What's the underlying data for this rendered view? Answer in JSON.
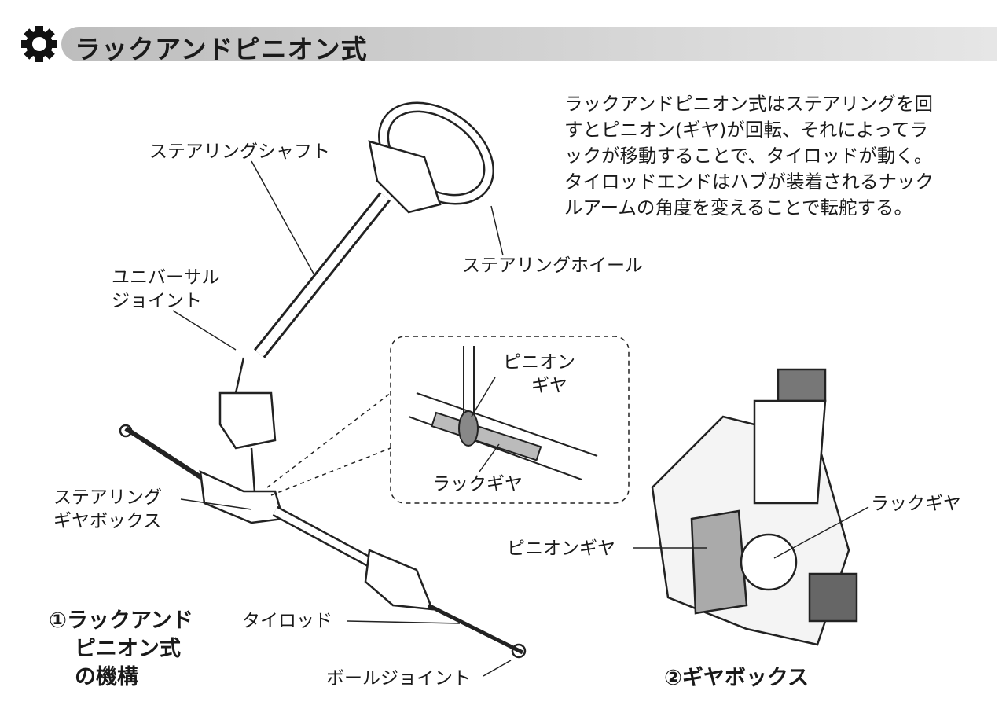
{
  "header": {
    "title": "ラックアンドピニオン式",
    "icon": "gear-icon"
  },
  "description": [
    "ラックアンドピニオン式はステアリングを回",
    "すとピニオン(ギヤ)が回転、それによってラ",
    "ックが移動することで、タイロッドが動く。",
    "タイロッドエンドはハブが装着されるナック",
    "ルアームの角度を変えることで転舵する。"
  ],
  "labels": {
    "steering_shaft": "ステアリングシャフト",
    "steering_wheel": "ステアリングホイール",
    "universal_joint": [
      "ユニバーサル",
      "ジョイント"
    ],
    "inset_pinion_gear": [
      "ピニオン",
      "ギヤ"
    ],
    "inset_rack_gear": "ラックギヤ",
    "steering_gearbox": [
      "ステアリング",
      "ギヤボックス"
    ],
    "tie_rod": "タイロッド",
    "ball_joint": "ボールジョイント",
    "gearbox_rack_gear": "ラックギヤ",
    "gearbox_pinion_gear": "ピニオンギヤ"
  },
  "captions": {
    "figure1": [
      "①ラックアンド",
      "ピニオン式",
      "の機構"
    ],
    "figure2": "②ギヤボックス"
  }
}
